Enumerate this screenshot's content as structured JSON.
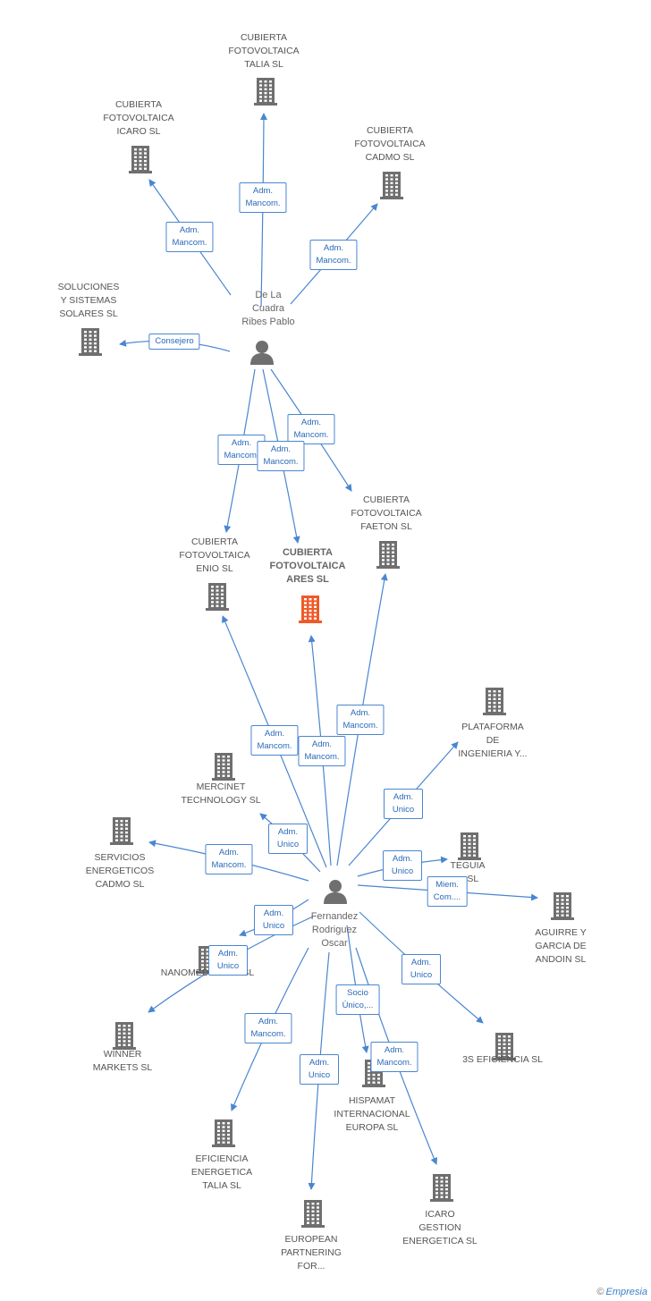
{
  "colors": {
    "edge": "#4a86d0",
    "company": "#6f6f6f",
    "main_company": "#f05a28",
    "person": "#6f6f6f"
  },
  "people": [
    {
      "id": "p1",
      "label": "De La\nCuadra\nRibes Pablo",
      "icon": "person-icon"
    },
    {
      "id": "p2",
      "label": "Fernandez\nRodriguez\nOscar",
      "icon": "person-icon"
    }
  ],
  "companies": [
    {
      "id": "talia",
      "label": "CUBIERTA\nFOTOVOLTAICA\nTALIA SL",
      "icon": "building-icon"
    },
    {
      "id": "icaro",
      "label": "CUBIERTA\nFOTOVOLTAICA\nICARO SL",
      "icon": "building-icon"
    },
    {
      "id": "cadmo",
      "label": "CUBIERTA\nFOTOVOLTAICA\nCADMO SL",
      "icon": "building-icon"
    },
    {
      "id": "soluciones",
      "label": "SOLUCIONES\nY SISTEMAS\nSOLARES SL",
      "icon": "building-icon"
    },
    {
      "id": "faeton",
      "label": "CUBIERTA\nFOTOVOLTAICA\nFAETON SL",
      "icon": "building-icon"
    },
    {
      "id": "enio",
      "label": "CUBIERTA\nFOTOVOLTAICA\nENIO SL",
      "icon": "building-icon"
    },
    {
      "id": "ares",
      "label": "CUBIERTA\nFOTOVOLTAICA\nARES SL",
      "icon": "building-icon",
      "main": true
    },
    {
      "id": "plataforma",
      "label": "PLATAFORMA\nDE\nINGENIERIA Y...",
      "icon": "building-icon"
    },
    {
      "id": "mercinet",
      "label": "MERCINET\nTECHNOLOGY SL",
      "icon": "building-icon"
    },
    {
      "id": "servicios",
      "label": "SERVICIOS\nENERGETICOS\nCADMO SL",
      "icon": "building-icon"
    },
    {
      "id": "teguia",
      "label": "TEGUIA\n... SL",
      "icon": "building-icon"
    },
    {
      "id": "aguirre",
      "label": "AGUIRRE Y\nGARCIA DE\nANDOIN SL",
      "icon": "building-icon"
    },
    {
      "id": "nanomed",
      "label": "NANOMEDICINAS SL",
      "icon": "building-icon"
    },
    {
      "id": "winner",
      "label": "WINNER\nMARKETS SL",
      "icon": "building-icon"
    },
    {
      "id": "3s",
      "label": "3S EFICIENCIA SL",
      "icon": "building-icon"
    },
    {
      "id": "hispamat",
      "label": "HISPAMAT\nINTERNACIONAL\nEUROPA SL",
      "icon": "building-icon"
    },
    {
      "id": "eficiencia",
      "label": "EFICIENCIA\nENERGETICA\nTALIA SL",
      "icon": "building-icon"
    },
    {
      "id": "european",
      "label": "EUROPEAN\nPARTNERING\nFOR...",
      "icon": "building-icon"
    },
    {
      "id": "icarogest",
      "label": "ICARO\nGESTION\nENERGETICA SL",
      "icon": "building-icon"
    }
  ],
  "relations": [
    {
      "from": "p1",
      "to": "talia",
      "label": "Adm.\nMancom."
    },
    {
      "from": "p1",
      "to": "icaro",
      "label": "Adm.\nMancom."
    },
    {
      "from": "p1",
      "to": "cadmo",
      "label": "Adm.\nMancom."
    },
    {
      "from": "p1",
      "to": "soluciones",
      "label": "Consejero"
    },
    {
      "from": "p1",
      "to": "faeton",
      "label": "Adm.\nMancom."
    },
    {
      "from": "p1",
      "to": "enio",
      "label": "Adm.\nMancom."
    },
    {
      "from": "p1",
      "to": "ares",
      "label": "Adm.\nMancom."
    },
    {
      "from": "p2",
      "to": "enio",
      "label": "Adm.\nMancom."
    },
    {
      "from": "p2",
      "to": "ares",
      "label": "Adm.\nMancom."
    },
    {
      "from": "p2",
      "to": "faeton",
      "label": "Adm.\nMancom."
    },
    {
      "from": "p2",
      "to": "plataforma",
      "label": "Adm.\nUnico"
    },
    {
      "from": "p2",
      "to": "mercinet",
      "label": "Adm.\nUnico"
    },
    {
      "from": "p2",
      "to": "servicios",
      "label": "Adm.\nMancom."
    },
    {
      "from": "p2",
      "to": "teguia",
      "label": "Adm.\nUnico"
    },
    {
      "from": "p2",
      "to": "aguirre",
      "label": "Miem.\nCom...."
    },
    {
      "from": "p2",
      "to": "nanomed",
      "label": "Adm.\nUnico"
    },
    {
      "from": "p2",
      "to": "winner",
      "label": "Adm.\nUnico"
    },
    {
      "from": "p2",
      "to": "3s",
      "label": "Adm.\nUnico"
    },
    {
      "from": "p2",
      "to": "hispamat",
      "label": "Socio\nÚnico,..."
    },
    {
      "from": "p2",
      "to": "eficiencia",
      "label": "Adm.\nMancom."
    },
    {
      "from": "p2",
      "to": "european",
      "label": "Adm.\nUnico"
    },
    {
      "from": "p2",
      "to": "icarogest",
      "label": "Adm.\nMancom."
    }
  ],
  "watermark": {
    "copyright": "©",
    "brand": "Empresia"
  }
}
